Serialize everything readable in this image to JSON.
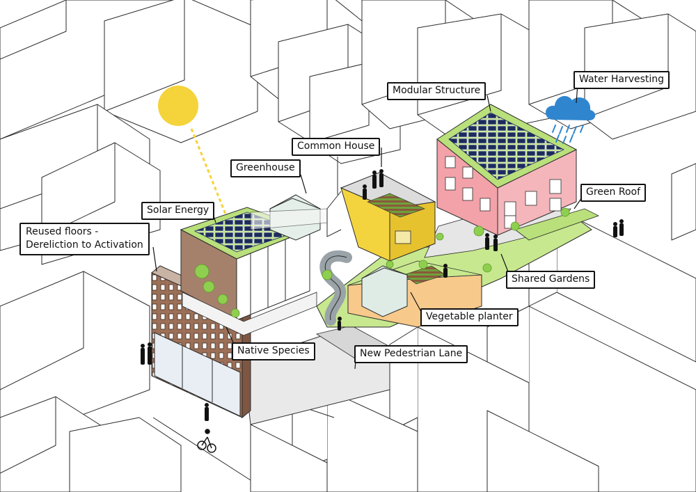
{
  "labels": {
    "modular_structure": "Modular Structure",
    "water_harvesting": "Water Harvesting",
    "common_house": "Common House",
    "greenhouse": "Greenhouse",
    "green_roof": "Green Roof",
    "solar_energy": "Solar Energy",
    "reused_floors_line1": "Reused floors -",
    "reused_floors_line2": "Dereliction to Activation",
    "shared_gardens": "Shared Gardens",
    "vegetable_planter": "Vegetable planter",
    "native_species": "Native Species",
    "new_pedestrian_lane": "New Pedestrian Lane"
  },
  "colors": {
    "sun": "#f5d33a",
    "cloud": "#2f86cf",
    "rain": "#2f86cf",
    "green_roof": "#b9e07a",
    "modular_pink": "#f2a2a8",
    "common_house_yellow": "#f3d43f",
    "reused_building_brown": "#9c6f57",
    "solar_panel": "#1d2c5e",
    "planter_orange": "#f7c98b",
    "lane_grey": "#e9e9e9"
  }
}
